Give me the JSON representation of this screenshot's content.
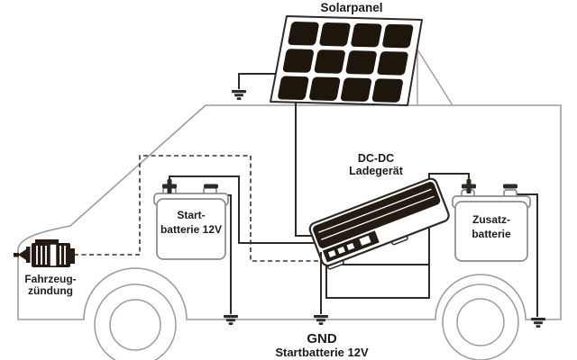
{
  "labels": {
    "solar_panel": "Solarpanel",
    "charger_l1": "DC-DC",
    "charger_l2": "Ladegerät",
    "start_battery_l1": "Start-",
    "start_battery_l2": "batterie 12V",
    "aux_battery_l1": "Zusatz-",
    "aux_battery_l2": "batterie",
    "ignition_l1": "Fahrzeug-",
    "ignition_l2": "zündung",
    "ground_l1": "GND",
    "ground_l2": "Startbatterie 12V",
    "plus_symbol": "+",
    "minus_symbol": "−"
  },
  "colors": {
    "background": "#ffffff",
    "wire": "#2e2a26",
    "vehicle_outline": "#9c9c9c",
    "component_outline": "#8a8a88",
    "solar_cell": "#1e160d",
    "dark_fill": "#241c13",
    "text": "#1f1c18"
  },
  "icons": {
    "solar_panel_icon": "tilted panel, 4x3 dark cells",
    "dc_dc_charger_icon": "isometric charger box with terminal strip",
    "battery_icon": "battery block with two terminal caps",
    "alternator_icon": "ribbed generator with pulley",
    "ground_icon": "stacked ground bars",
    "plus_icon": "thick plus cross",
    "minus_icon": "thick minus bar"
  }
}
